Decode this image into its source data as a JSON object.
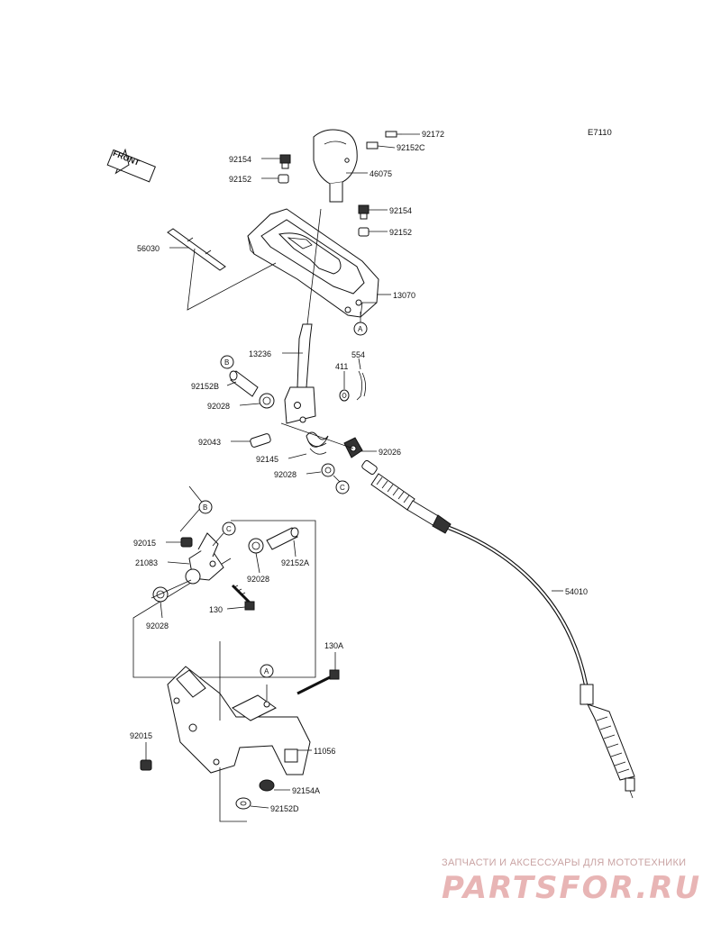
{
  "diagram": {
    "code": "E7110",
    "front_label": "FRONT",
    "parts": {
      "p92172": "92172",
      "p92152C": "92152C",
      "p92154_top": "92154",
      "p92152_top": "92152",
      "p46075": "46075",
      "p92154_mid": "92154",
      "p92152_mid": "92152",
      "p56030": "56030",
      "p13070": "13070",
      "p13236": "13236",
      "p411": "411",
      "p554": "554",
      "p92152B": "92152B",
      "p92028_a": "92028",
      "p92043": "92043",
      "p92026": "92026",
      "p92145": "92145",
      "p92028_b": "92028",
      "p92015_a": "92015",
      "p21083": "21083",
      "p92028_c": "92028",
      "p92152A": "92152A",
      "p92028_d": "92028",
      "p130": "130",
      "p54010": "54010",
      "p130A": "130A",
      "p11056": "11056",
      "p92015_b": "92015",
      "p92154A": "92154A",
      "p92152D": "92152D"
    },
    "refs": {
      "A_top": "A",
      "B_top": "B",
      "C_top": "C",
      "B_low": "B",
      "C_low": "C",
      "A_low": "A"
    }
  },
  "watermark": {
    "tagline": "ЗАПЧАСТИ И АКСЕССУАРЫ ДЛЯ МОТОТЕХНИКИ",
    "logo": "PARTSFOR.RU"
  },
  "colors": {
    "line": "#111111",
    "watermark": "#e8b5b5"
  }
}
